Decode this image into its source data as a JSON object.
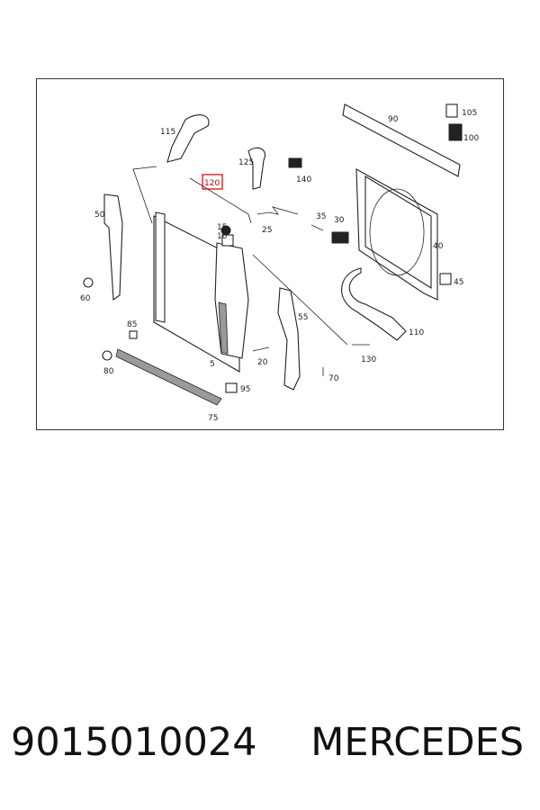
{
  "diagram": {
    "highlight_color": "#cc0000",
    "labels": {
      "l5": "5",
      "l15": "15",
      "l20": "20",
      "l25": "25",
      "l30": "30",
      "l35": "35",
      "l40": "40",
      "l45": "45",
      "l50": "50",
      "l55": "55",
      "l60": "60",
      "l70": "70",
      "l75": "75",
      "l80": "80",
      "l85": "85",
      "l90": "90",
      "l95": "95",
      "l100": "100",
      "l105": "105",
      "l110": "110",
      "l115": "115",
      "l120": "120",
      "l125": "125",
      "l130": "130",
      "l140": "140"
    }
  },
  "footer": {
    "part_number": "9015010024",
    "brand": "MERCEDES"
  }
}
